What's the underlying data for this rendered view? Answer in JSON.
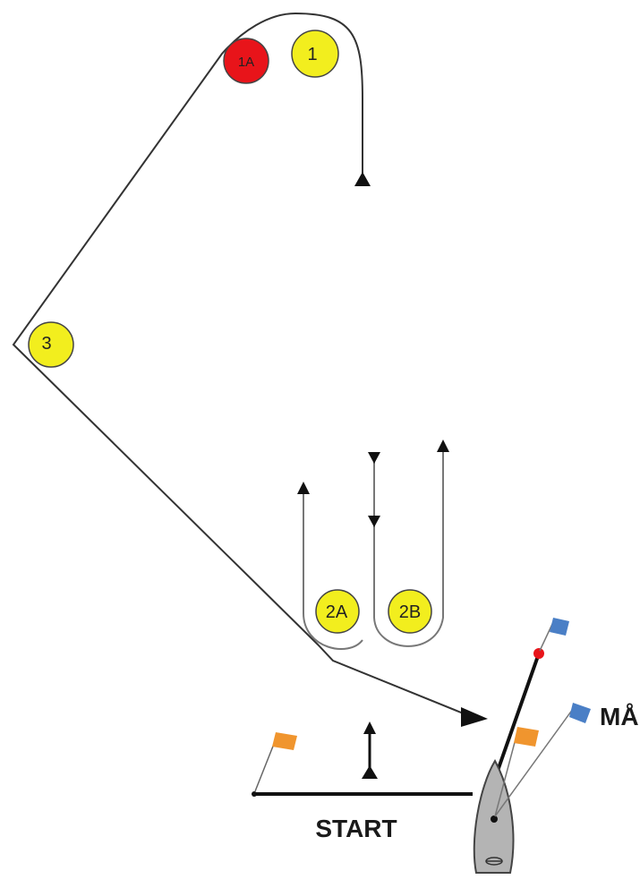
{
  "buoys": {
    "mark_1": {
      "label": "1",
      "color": "#f2ee1e"
    },
    "mark_1a": {
      "label": "1A",
      "color": "#e8141a"
    },
    "mark_2a": {
      "label": "2A",
      "color": "#f2ee1e"
    },
    "mark_2b": {
      "label": "2B",
      "color": "#f2ee1e"
    },
    "mark_3": {
      "label": "3",
      "color": "#f2ee1e"
    }
  },
  "lines": {
    "start_label": "START",
    "finish_label": "MÅL"
  },
  "colors": {
    "course_line": "#333333",
    "route_line": "#777777",
    "start_flag": "#f0952e",
    "finish_flag": "#4a7fc6",
    "committee_boat": "#b4b4b4"
  }
}
